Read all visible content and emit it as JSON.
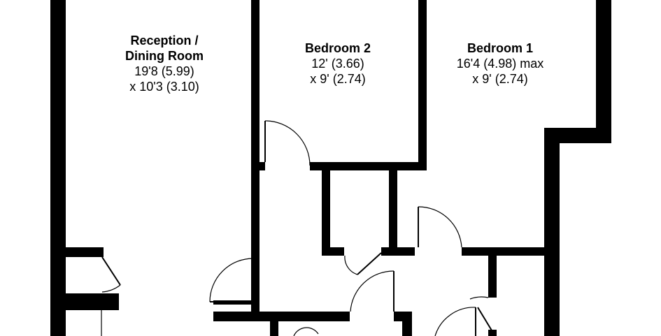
{
  "rooms": [
    {
      "id": "reception",
      "name_line1": "Reception /",
      "name_line2": "Dining Room",
      "dim_line1": "19'8 (5.99)",
      "dim_line2": "x 10'3 (3.10)"
    },
    {
      "id": "bedroom2",
      "name": "Bedroom 2",
      "dim_line1": "12' (3.66)",
      "dim_line2": "x 9' (2.74)"
    },
    {
      "id": "bedroom1",
      "name": "Bedroom 1",
      "dim_line1": "16'4 (4.98) max",
      "dim_line2": "x 9' (2.74)"
    }
  ],
  "colors": {
    "wall": "#000000",
    "background": "#ffffff"
  }
}
